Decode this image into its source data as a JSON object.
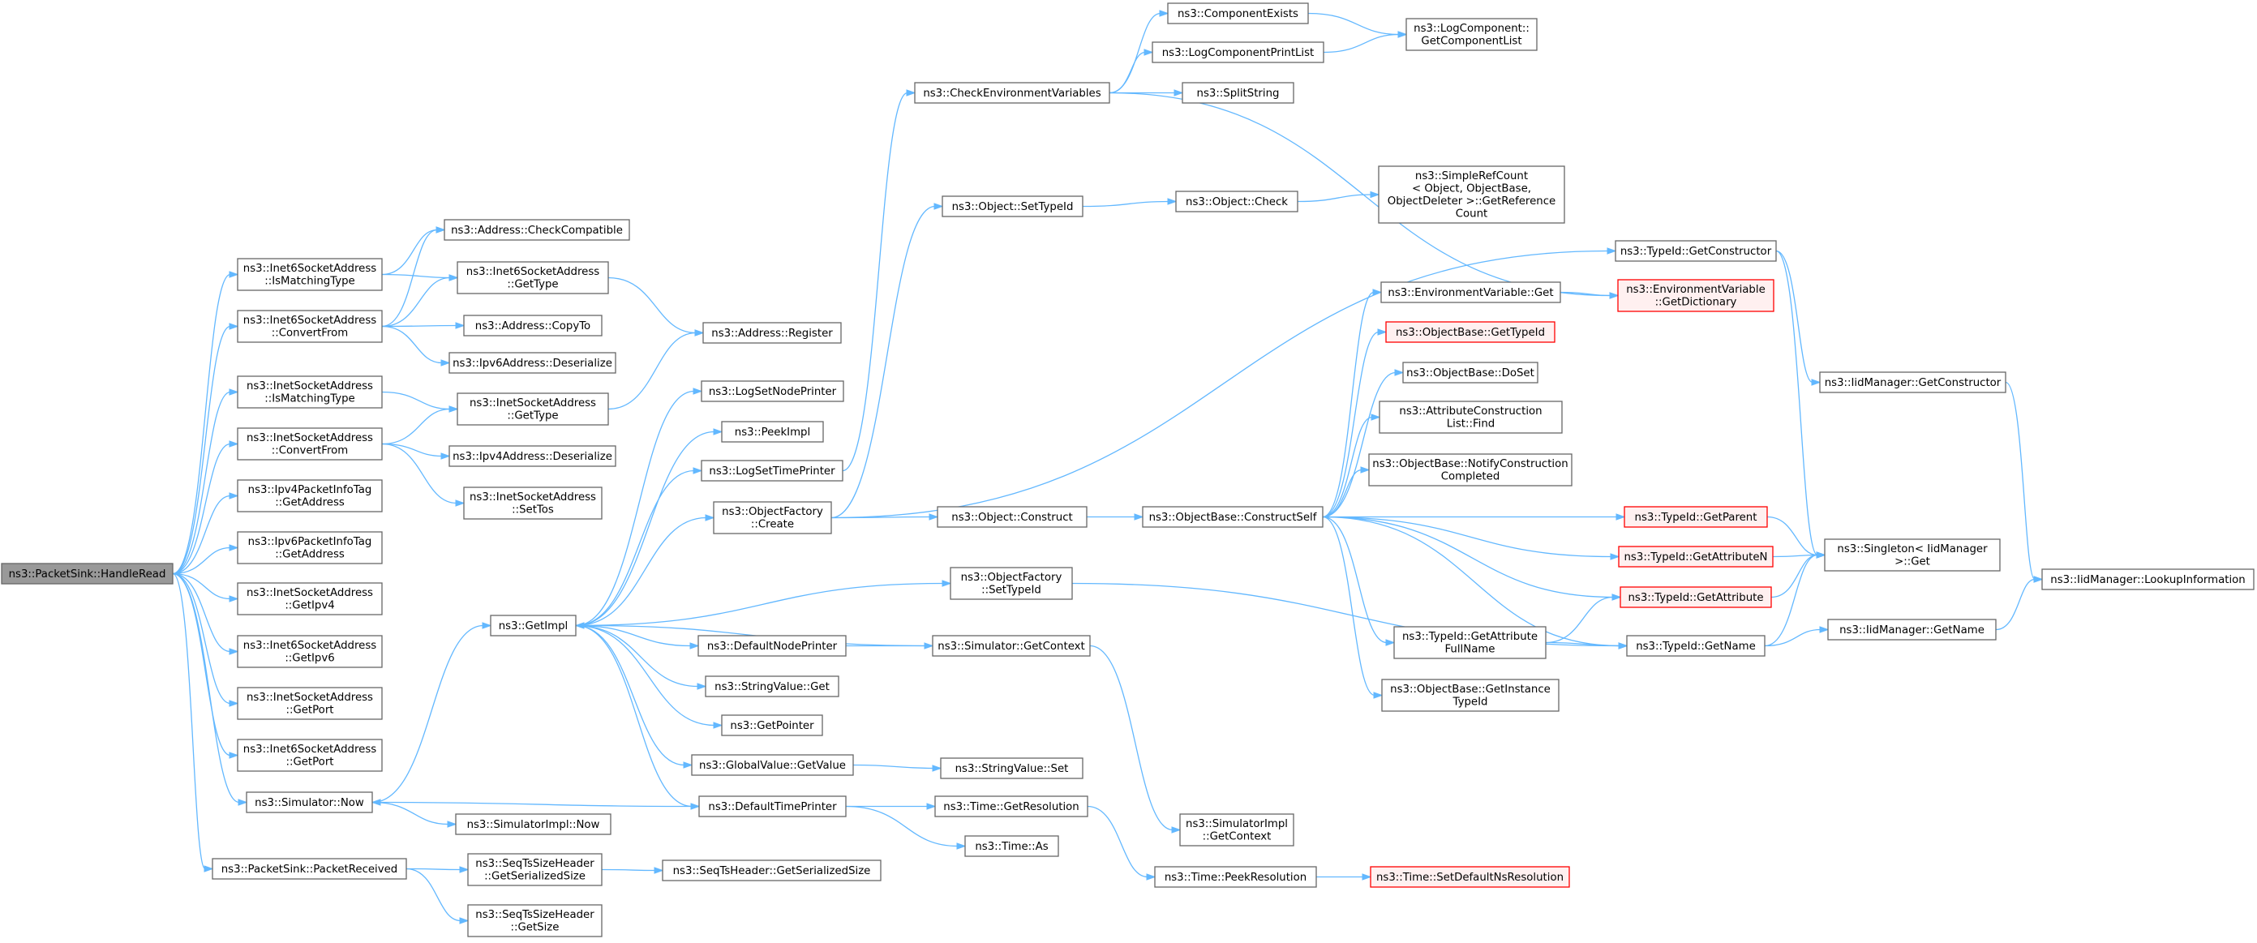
{
  "colors": {
    "edge": "#63b8ff",
    "node_border": "#666666",
    "root_fill": "#999999",
    "truncated_border": "#ff0000",
    "truncated_fill": "#fff0f0"
  },
  "nodes": [
    {
      "id": "root",
      "lines": [
        "ns3::PacketSink::HandleRead"
      ],
      "kind": "root"
    },
    {
      "id": "i6match",
      "lines": [
        "ns3::Inet6SocketAddress",
        "::IsMatchingType"
      ]
    },
    {
      "id": "i6conv",
      "lines": [
        "ns3::Inet6SocketAddress",
        "::ConvertFrom"
      ]
    },
    {
      "id": "imatch",
      "lines": [
        "ns3::InetSocketAddress",
        "::IsMatchingType"
      ]
    },
    {
      "id": "iconv",
      "lines": [
        "ns3::InetSocketAddress",
        "::ConvertFrom"
      ]
    },
    {
      "id": "ipv4tag",
      "lines": [
        "ns3::Ipv4PacketInfoTag",
        "::GetAddress"
      ]
    },
    {
      "id": "ipv6tag",
      "lines": [
        "ns3::Ipv6PacketInfoTag",
        "::GetAddress"
      ]
    },
    {
      "id": "igetipv4",
      "lines": [
        "ns3::InetSocketAddress",
        "::GetIpv4"
      ]
    },
    {
      "id": "i6getipv6",
      "lines": [
        "ns3::Inet6SocketAddress",
        "::GetIpv6"
      ]
    },
    {
      "id": "igetport",
      "lines": [
        "ns3::InetSocketAddress",
        "::GetPort"
      ]
    },
    {
      "id": "i6getport",
      "lines": [
        "ns3::Inet6SocketAddress",
        "::GetPort"
      ]
    },
    {
      "id": "simnow",
      "lines": [
        "ns3::Simulator::Now"
      ]
    },
    {
      "id": "pktrecv",
      "lines": [
        "ns3::PacketSink::PacketReceived"
      ]
    },
    {
      "id": "addrcheck",
      "lines": [
        "ns3::Address::CheckCompatible"
      ]
    },
    {
      "id": "i6gettype",
      "lines": [
        "ns3::Inet6SocketAddress",
        "::GetType"
      ]
    },
    {
      "id": "addrcopy",
      "lines": [
        "ns3::Address::CopyTo"
      ]
    },
    {
      "id": "ipv6deser",
      "lines": [
        "ns3::Ipv6Address::Deserialize"
      ]
    },
    {
      "id": "igettype",
      "lines": [
        "ns3::InetSocketAddress",
        "::GetType"
      ]
    },
    {
      "id": "ipv4deser",
      "lines": [
        "ns3::Ipv4Address::Deserialize"
      ]
    },
    {
      "id": "isettos",
      "lines": [
        "ns3::InetSocketAddress",
        "::SetTos"
      ]
    },
    {
      "id": "getimpl",
      "lines": [
        "ns3::GetImpl"
      ]
    },
    {
      "id": "simimplnow",
      "lines": [
        "ns3::SimulatorImpl::Now"
      ]
    },
    {
      "id": "seqgetser",
      "lines": [
        "ns3::SeqTsSizeHeader",
        "::GetSerializedSize"
      ]
    },
    {
      "id": "seqgetsize",
      "lines": [
        "ns3::SeqTsSizeHeader",
        "::GetSize"
      ]
    },
    {
      "id": "addrreg",
      "lines": [
        "ns3::Address::Register"
      ]
    },
    {
      "id": "lognode",
      "lines": [
        "ns3::LogSetNodePrinter"
      ]
    },
    {
      "id": "peekimpl",
      "lines": [
        "ns3::PeekImpl"
      ]
    },
    {
      "id": "logtime",
      "lines": [
        "ns3::LogSetTimePrinter"
      ]
    },
    {
      "id": "objfcreate",
      "lines": [
        "ns3::ObjectFactory",
        "::Create"
      ]
    },
    {
      "id": "defnode",
      "lines": [
        "ns3::DefaultNodePrinter"
      ]
    },
    {
      "id": "strget",
      "lines": [
        "ns3::StringValue::Get"
      ]
    },
    {
      "id": "getptr",
      "lines": [
        "ns3::GetPointer"
      ]
    },
    {
      "id": "gvget",
      "lines": [
        "ns3::GlobalValue::GetValue"
      ]
    },
    {
      "id": "deftime",
      "lines": [
        "ns3::DefaultTimePrinter"
      ]
    },
    {
      "id": "tsgetser",
      "lines": [
        "ns3::SeqTsHeader::GetSerializedSize"
      ]
    },
    {
      "id": "checkenv",
      "lines": [
        "ns3::CheckEnvironmentVariables"
      ]
    },
    {
      "id": "objsettype",
      "lines": [
        "ns3::Object::SetTypeId"
      ]
    },
    {
      "id": "objconstruct",
      "lines": [
        "ns3::Object::Construct"
      ]
    },
    {
      "id": "objfsettype",
      "lines": [
        "ns3::ObjectFactory",
        "::SetTypeId"
      ]
    },
    {
      "id": "simgetctx",
      "lines": [
        "ns3::Simulator::GetContext"
      ]
    },
    {
      "id": "strset",
      "lines": [
        "ns3::StringValue::Set"
      ]
    },
    {
      "id": "timegetres",
      "lines": [
        "ns3::Time::GetResolution"
      ]
    },
    {
      "id": "timeas",
      "lines": [
        "ns3::Time::As"
      ]
    },
    {
      "id": "compexists",
      "lines": [
        "ns3::ComponentExists"
      ]
    },
    {
      "id": "logprint",
      "lines": [
        "ns3::LogComponentPrintList"
      ]
    },
    {
      "id": "splitstr",
      "lines": [
        "ns3::SplitString"
      ]
    },
    {
      "id": "objcheck",
      "lines": [
        "ns3::Object::Check"
      ]
    },
    {
      "id": "constructself",
      "lines": [
        "ns3::ObjectBase::ConstructSelf"
      ]
    },
    {
      "id": "simimplctx",
      "lines": [
        "ns3::SimulatorImpl",
        "::GetContext"
      ]
    },
    {
      "id": "peekres",
      "lines": [
        "ns3::Time::PeekResolution"
      ]
    },
    {
      "id": "logcomplist",
      "lines": [
        "ns3::LogComponent::",
        "GetComponentList"
      ]
    },
    {
      "id": "refcount",
      "lines": [
        "ns3::SimpleRefCount",
        "< Object, ObjectBase,",
        "ObjectDeleter >::GetReference",
        "Count"
      ]
    },
    {
      "id": "envget",
      "lines": [
        "ns3::EnvironmentVariable::Get"
      ]
    },
    {
      "id": "obgettype",
      "lines": [
        "ns3::ObjectBase::GetTypeId"
      ],
      "kind": "red"
    },
    {
      "id": "obdoset",
      "lines": [
        "ns3::ObjectBase::DoSet"
      ]
    },
    {
      "id": "attrfind",
      "lines": [
        "ns3::AttributeConstruction",
        "List::Find"
      ]
    },
    {
      "id": "notifyconstr",
      "lines": [
        "ns3::ObjectBase::NotifyConstruction",
        "Completed"
      ]
    },
    {
      "id": "tidattrfull",
      "lines": [
        "ns3::TypeId::GetAttribute",
        "FullName"
      ]
    },
    {
      "id": "obinstance",
      "lines": [
        "ns3::ObjectBase::GetInstance",
        "TypeId"
      ]
    },
    {
      "id": "setdefres",
      "lines": [
        "ns3::Time::SetDefaultNsResolution"
      ],
      "kind": "red"
    },
    {
      "id": "tidgetctor",
      "lines": [
        "ns3::TypeId::GetConstructor"
      ]
    },
    {
      "id": "envdict",
      "lines": [
        "ns3::EnvironmentVariable",
        "::GetDictionary"
      ],
      "kind": "red"
    },
    {
      "id": "tidparent",
      "lines": [
        "ns3::TypeId::GetParent"
      ],
      "kind": "red"
    },
    {
      "id": "tidattrn",
      "lines": [
        "ns3::TypeId::GetAttributeN"
      ],
      "kind": "red"
    },
    {
      "id": "tidattr",
      "lines": [
        "ns3::TypeId::GetAttribute"
      ],
      "kind": "red"
    },
    {
      "id": "tidname",
      "lines": [
        "ns3::TypeId::GetName"
      ]
    },
    {
      "id": "iidgetctor",
      "lines": [
        "ns3::IidManager::GetConstructor"
      ]
    },
    {
      "id": "singleton",
      "lines": [
        "ns3::Singleton< IidManager",
        ">::Get"
      ]
    },
    {
      "id": "iidgetname",
      "lines": [
        "ns3::IidManager::GetName"
      ]
    },
    {
      "id": "iidlookup",
      "lines": [
        "ns3::IidManager::LookupInformation"
      ]
    }
  ],
  "edges": [
    [
      "root",
      "i6match"
    ],
    [
      "root",
      "i6conv"
    ],
    [
      "root",
      "imatch"
    ],
    [
      "root",
      "iconv"
    ],
    [
      "root",
      "ipv4tag"
    ],
    [
      "root",
      "ipv6tag"
    ],
    [
      "root",
      "igetipv4"
    ],
    [
      "root",
      "i6getipv6"
    ],
    [
      "root",
      "igetport"
    ],
    [
      "root",
      "i6getport"
    ],
    [
      "root",
      "simnow"
    ],
    [
      "root",
      "pktrecv"
    ],
    [
      "i6match",
      "addrcheck"
    ],
    [
      "i6match",
      "i6gettype"
    ],
    [
      "i6conv",
      "addrcheck"
    ],
    [
      "i6conv",
      "i6gettype"
    ],
    [
      "i6conv",
      "addrcopy"
    ],
    [
      "i6conv",
      "ipv6deser"
    ],
    [
      "i6gettype",
      "addrreg"
    ],
    [
      "imatch",
      "igettype"
    ],
    [
      "iconv",
      "igettype"
    ],
    [
      "iconv",
      "ipv4deser"
    ],
    [
      "iconv",
      "isettos"
    ],
    [
      "igettype",
      "addrreg"
    ],
    [
      "simnow",
      "getimpl"
    ],
    [
      "simnow",
      "simimplnow"
    ],
    [
      "pktrecv",
      "seqgetser"
    ],
    [
      "pktrecv",
      "seqgetsize"
    ],
    [
      "seqgetser",
      "tsgetser"
    ],
    [
      "getimpl",
      "lognode"
    ],
    [
      "getimpl",
      "peekimpl"
    ],
    [
      "getimpl",
      "logtime"
    ],
    [
      "getimpl",
      "objfcreate"
    ],
    [
      "getimpl",
      "objfsettype"
    ],
    [
      "getimpl",
      "defnode"
    ],
    [
      "getimpl",
      "strget"
    ],
    [
      "getimpl",
      "getptr"
    ],
    [
      "getimpl",
      "gvget"
    ],
    [
      "getimpl",
      "deftime"
    ],
    [
      "deftime",
      "simnow"
    ],
    [
      "simgetctx",
      "getimpl"
    ],
    [
      "logtime",
      "checkenv"
    ],
    [
      "objfcreate",
      "objsettype"
    ],
    [
      "objfcreate",
      "objconstruct"
    ],
    [
      "objfcreate",
      "tidgetctor"
    ],
    [
      "objfsettype",
      "tidname"
    ],
    [
      "defnode",
      "simgetctx"
    ],
    [
      "gvget",
      "strset"
    ],
    [
      "deftime",
      "timegetres"
    ],
    [
      "deftime",
      "timeas"
    ],
    [
      "simgetctx",
      "simimplctx"
    ],
    [
      "timegetres",
      "peekres"
    ],
    [
      "peekres",
      "setdefres"
    ],
    [
      "checkenv",
      "compexists"
    ],
    [
      "checkenv",
      "logprint"
    ],
    [
      "checkenv",
      "splitstr"
    ],
    [
      "checkenv",
      "envdict"
    ],
    [
      "compexists",
      "logcomplist"
    ],
    [
      "logprint",
      "logcomplist"
    ],
    [
      "objsettype",
      "objcheck"
    ],
    [
      "objcheck",
      "refcount"
    ],
    [
      "objconstruct",
      "constructself"
    ],
    [
      "constructself",
      "envget"
    ],
    [
      "constructself",
      "obgettype"
    ],
    [
      "constructself",
      "obdoset"
    ],
    [
      "constructself",
      "attrfind"
    ],
    [
      "constructself",
      "notifyconstr"
    ],
    [
      "constructself",
      "tidparent"
    ],
    [
      "constructself",
      "tidattrn"
    ],
    [
      "constructself",
      "tidattr"
    ],
    [
      "constructself",
      "tidattrfull"
    ],
    [
      "constructself",
      "obinstance"
    ],
    [
      "constructself",
      "tidname"
    ],
    [
      "envget",
      "envdict"
    ],
    [
      "tidattrfull",
      "tidattr"
    ],
    [
      "tidattrfull",
      "tidname"
    ],
    [
      "tidgetctor",
      "iidgetctor"
    ],
    [
      "tidgetctor",
      "singleton"
    ],
    [
      "tidparent",
      "singleton"
    ],
    [
      "tidattrn",
      "singleton"
    ],
    [
      "tidattr",
      "singleton"
    ],
    [
      "tidname",
      "singleton"
    ],
    [
      "tidname",
      "iidgetname"
    ],
    [
      "iidgetctor",
      "iidlookup"
    ],
    [
      "iidgetname",
      "iidlookup"
    ]
  ]
}
